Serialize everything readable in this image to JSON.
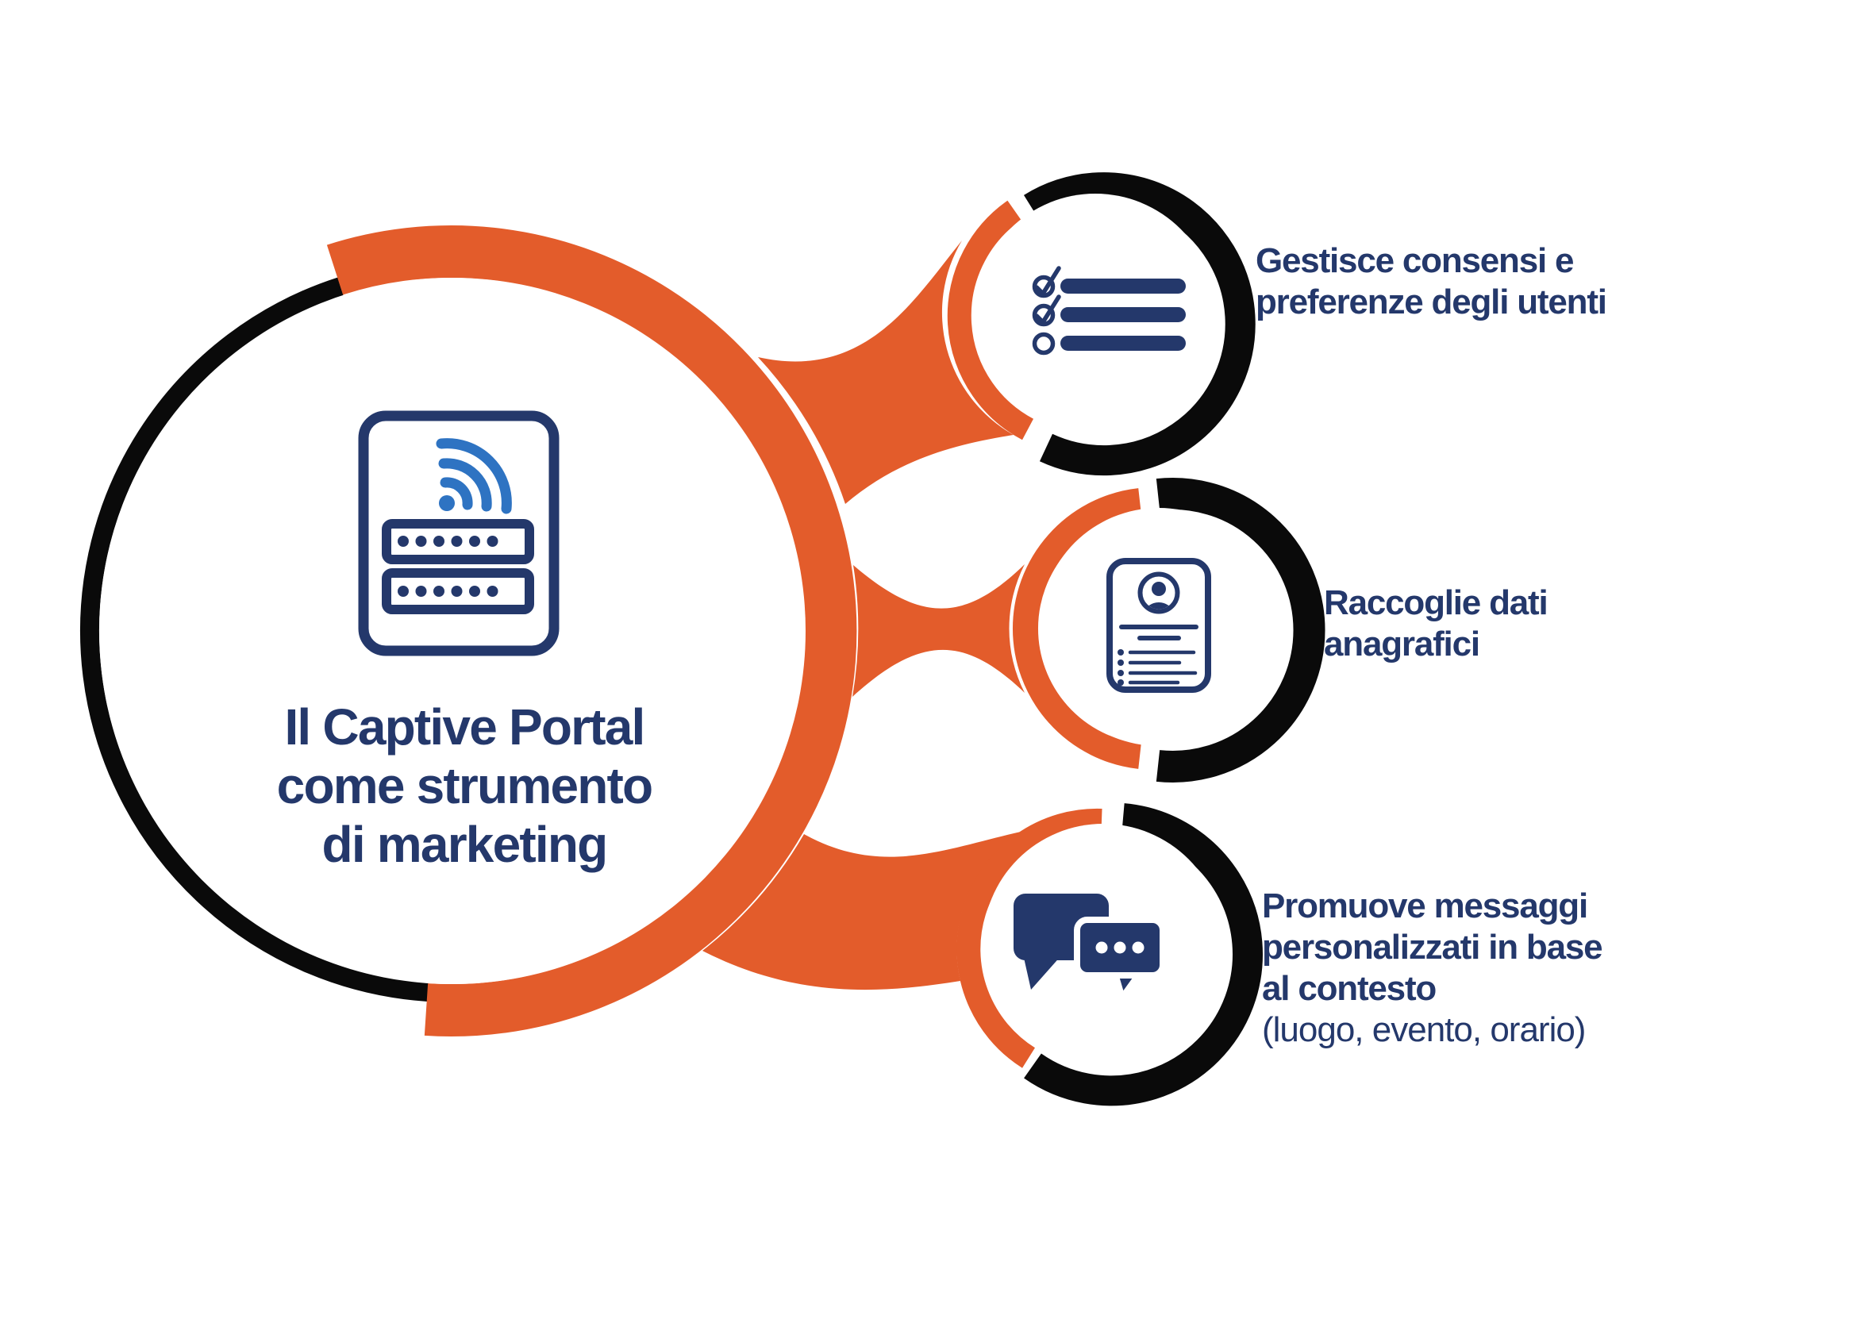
{
  "colors": {
    "background": "#FFFFFF",
    "white": "#FFFFFF",
    "navy": "#24386B",
    "orange": "#E35C2B",
    "arc_black": "#0A0A0A",
    "wifi_blue": "#2E73C2"
  },
  "center": {
    "icon": "wifi-router-icon",
    "title_lines": [
      "Il Captive Portal",
      "come strumento",
      "di marketing"
    ]
  },
  "nodes": [
    {
      "icon": "checklist-icon",
      "heading_lines": [
        "Gestisce consensi e",
        "preferenze degli utenti"
      ]
    },
    {
      "icon": "id-card-icon",
      "heading_lines": [
        "Raccoglie dati",
        "anagrafici"
      ]
    },
    {
      "icon": "chat-bubbles-icon",
      "heading_lines": [
        "Promuove messaggi",
        "personalizzati in base",
        "al contesto"
      ],
      "subheading": "(luogo, evento, orario)"
    }
  ]
}
